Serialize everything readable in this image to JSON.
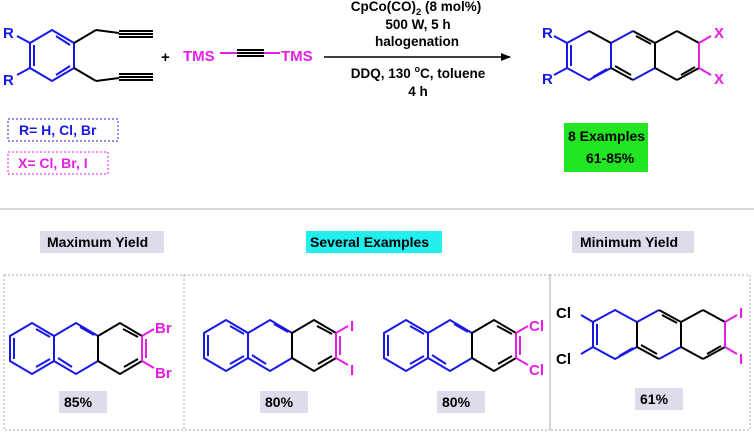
{
  "reaction": {
    "plus": "+",
    "tms_left": "TMS",
    "tms_right": "TMS",
    "conditions": {
      "catalyst_main": "CpCo(CO)",
      "catalyst_sub": "2",
      "catalyst_rest": " (8 mol%)",
      "step1_power_time": "500 W, 5 h",
      "step1_process": "halogenation",
      "step2_prefix": "DDQ, 130 ",
      "step2_degree": "o",
      "step2_suffix": "C, toluene",
      "step2_time": "4 h"
    },
    "substituents": {
      "r_label": "R",
      "x_label": "X"
    },
    "r_definition": "R= H, Cl, Br",
    "x_definition": "X= Cl, Br, I",
    "examples_count": "8 Examples",
    "yield_range": "61-85%"
  },
  "sections": {
    "maximum_title": "Maximum Yield",
    "several_title": "Several Examples",
    "minimum_title": "Minimum Yield"
  },
  "examples": [
    {
      "sub_top": "Br",
      "sub_bottom": "Br",
      "yield": "85%"
    },
    {
      "sub_top": "I",
      "sub_bottom": "I",
      "yield": "80%"
    },
    {
      "sub_top": "Cl",
      "sub_bottom": "Cl",
      "yield": "80%"
    },
    {
      "sub_top": "I",
      "sub_bottom": "I",
      "left_top": "Cl",
      "left_bottom": "Cl",
      "yield": "61%"
    }
  ],
  "colors": {
    "blue": "#1818e6",
    "magenta": "#e61ee6",
    "black": "#000000",
    "green_box": "#22e622",
    "cyan_box": "#22eeee",
    "lavender_box": "#dcdcea"
  }
}
